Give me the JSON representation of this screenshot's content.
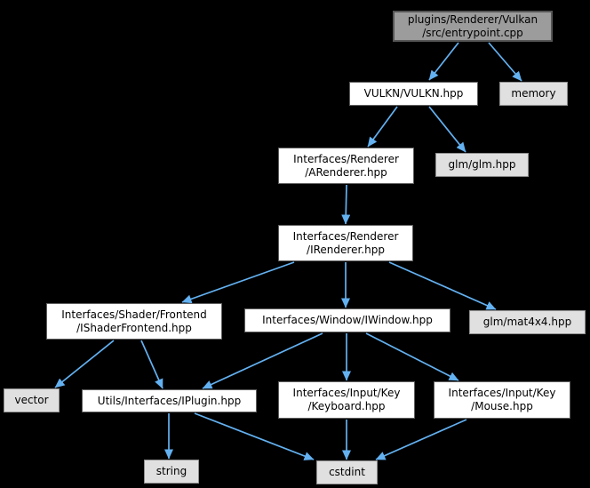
{
  "graph": {
    "title": "include dependency graph for plugins/Renderer/Vulkan/src/entrypoint.cpp",
    "colors": {
      "background": "#000000",
      "edge": "#63b1f1",
      "main_fill": "#9c9c9c",
      "main_border": "#565656",
      "internal_fill": "#ffffff",
      "internal_border": "#5f5f5f",
      "external_fill": "#e0e0e0",
      "external_border": "#8f8f8f",
      "text": "#000000"
    },
    "nodes": [
      {
        "id": "entrypoint",
        "label": "plugins/Renderer/Vulkan\n/src/entrypoint.cpp",
        "type": "main"
      },
      {
        "id": "vulkn",
        "label": "VULKN/VULKN.hpp",
        "type": "internal"
      },
      {
        "id": "memory",
        "label": "memory",
        "type": "external"
      },
      {
        "id": "arenderer",
        "label": "Interfaces/Renderer\n/ARenderer.hpp",
        "type": "internal"
      },
      {
        "id": "glm",
        "label": "glm/glm.hpp",
        "type": "external"
      },
      {
        "id": "irenderer",
        "label": "Interfaces/Renderer\n/IRenderer.hpp",
        "type": "internal"
      },
      {
        "id": "ishaderfrontend",
        "label": "Interfaces/Shader/Frontend\n/IShaderFrontend.hpp",
        "type": "internal"
      },
      {
        "id": "iwindow",
        "label": "Interfaces/Window/IWindow.hpp",
        "type": "internal"
      },
      {
        "id": "mat4x4",
        "label": "glm/mat4x4.hpp",
        "type": "external"
      },
      {
        "id": "vector",
        "label": "vector",
        "type": "external"
      },
      {
        "id": "iplugin",
        "label": "Utils/Interfaces/IPlugin.hpp",
        "type": "internal"
      },
      {
        "id": "keyboard",
        "label": "Interfaces/Input/Key\n/Keyboard.hpp",
        "type": "internal"
      },
      {
        "id": "mouse",
        "label": "Interfaces/Input/Key\n/Mouse.hpp",
        "type": "internal"
      },
      {
        "id": "string",
        "label": "string",
        "type": "external"
      },
      {
        "id": "cstdint",
        "label": "cstdint",
        "type": "external"
      }
    ],
    "edges": [
      {
        "from": "entrypoint",
        "to": "vulkn"
      },
      {
        "from": "entrypoint",
        "to": "memory"
      },
      {
        "from": "vulkn",
        "to": "arenderer"
      },
      {
        "from": "vulkn",
        "to": "glm"
      },
      {
        "from": "arenderer",
        "to": "irenderer"
      },
      {
        "from": "irenderer",
        "to": "ishaderfrontend"
      },
      {
        "from": "irenderer",
        "to": "iwindow"
      },
      {
        "from": "irenderer",
        "to": "mat4x4"
      },
      {
        "from": "ishaderfrontend",
        "to": "vector"
      },
      {
        "from": "ishaderfrontend",
        "to": "iplugin"
      },
      {
        "from": "iwindow",
        "to": "iplugin"
      },
      {
        "from": "iwindow",
        "to": "keyboard"
      },
      {
        "from": "iwindow",
        "to": "mouse"
      },
      {
        "from": "iplugin",
        "to": "string"
      },
      {
        "from": "iplugin",
        "to": "cstdint"
      },
      {
        "from": "keyboard",
        "to": "cstdint"
      },
      {
        "from": "mouse",
        "to": "cstdint"
      }
    ]
  }
}
